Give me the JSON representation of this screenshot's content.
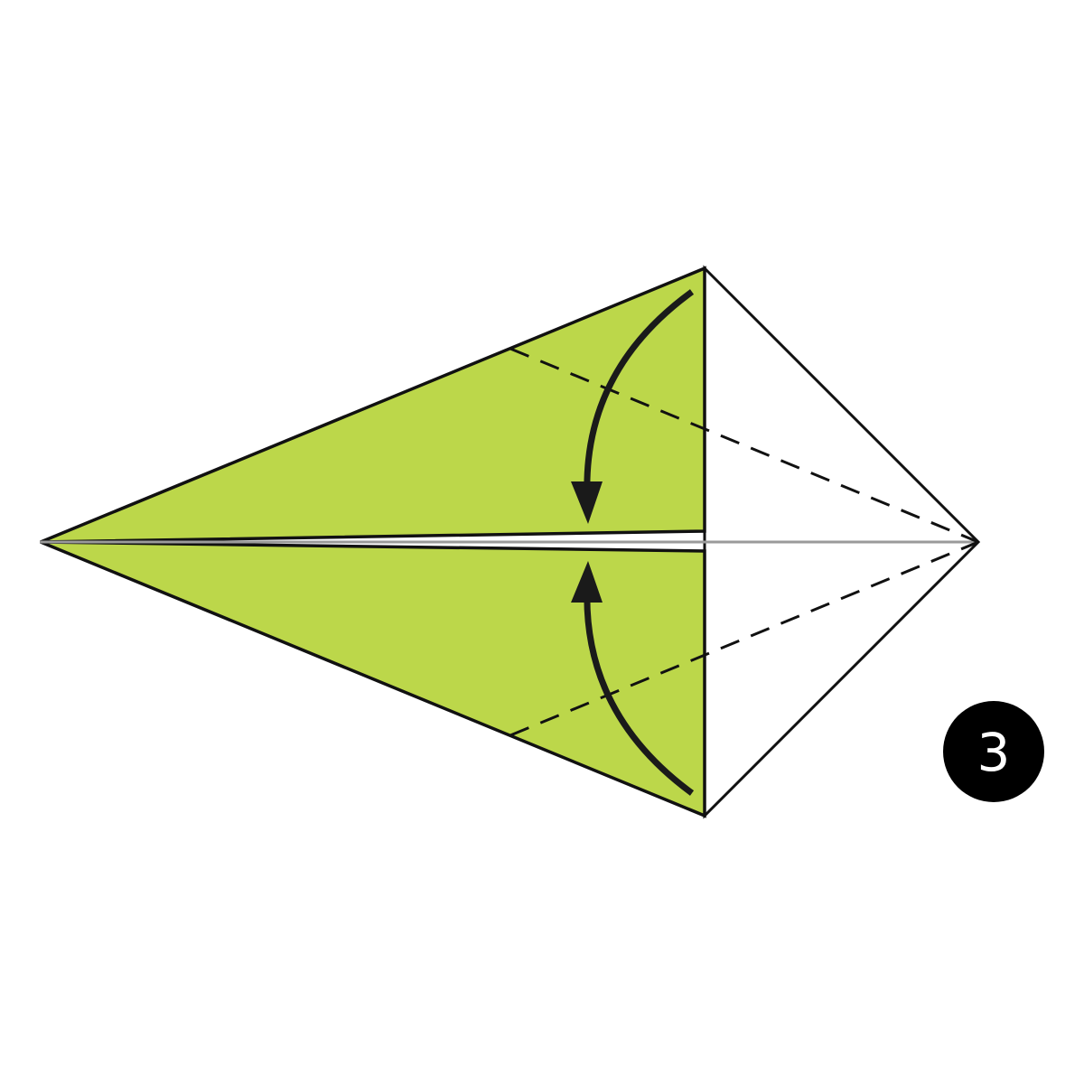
{
  "diagram": {
    "step_number": "3",
    "colors": {
      "paper_front": "#bcd74a",
      "paper_back": "#ffffff",
      "outline": "#111111",
      "center_crease": "#9a9a9a",
      "arrow": "#1a1a1a",
      "badge_fill": "#000000",
      "badge_text": "#ffffff"
    },
    "icons": {
      "fold_down_arrow": "curved-arrow-down",
      "fold_up_arrow": "curved-arrow-up"
    }
  }
}
